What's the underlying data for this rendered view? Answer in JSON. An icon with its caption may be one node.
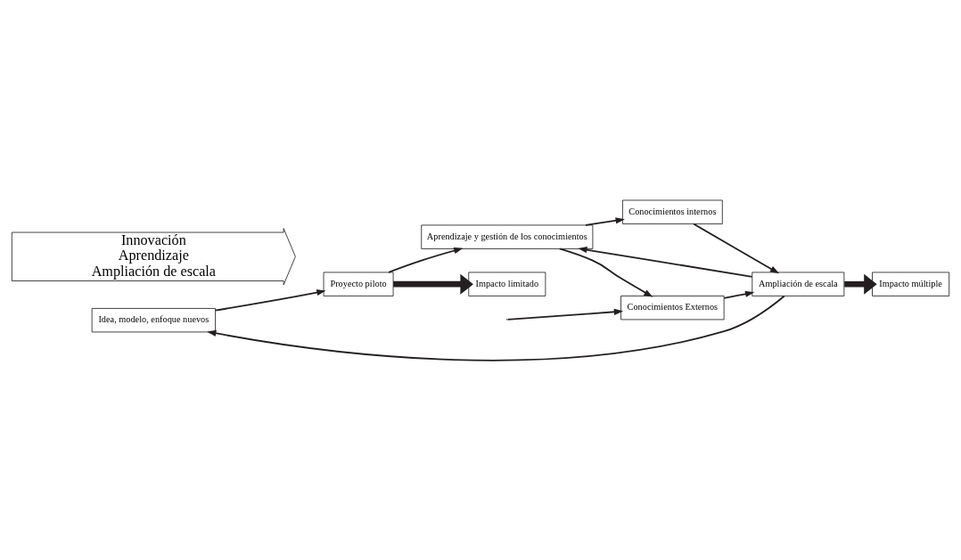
{
  "diagram": {
    "nodes": [
      {
        "text": [
          "Idea, modelo, enfoque nuevos"
        ]
      },
      {
        "text": [
          "Proyecto piloto"
        ]
      },
      {
        "text": [
          "Aprendizaje y gestión de los conocimientos"
        ]
      },
      {
        "text": [
          "Conocimientos internos"
        ]
      },
      {
        "text": [
          "Conocimientos Externos"
        ]
      },
      {
        "text": [
          "Ampliación de escala"
        ]
      },
      {
        "text": [
          "Impacto limitado"
        ]
      },
      {
        "text": [
          "Impacto múltiple"
        ]
      },
      {
        "text": [
          "Innovación",
          "Aprendizaje",
          "Ampliación de escala"
        ]
      }
    ],
    "edges": [
      {
        "from": 0,
        "to": 1,
        "arrow": "to"
      },
      {
        "from": 1,
        "to": 2,
        "arrow": "to"
      },
      {
        "from": 2,
        "to": 3,
        "arrow": "to"
      },
      {
        "from": 2,
        "to": 4,
        "arrow": "to"
      },
      {
        "from": null,
        "to": 4,
        "arrow": "to"
      },
      {
        "from": 3,
        "to": 5,
        "arrow": "to"
      },
      {
        "from": 4,
        "to": 5,
        "arrow": "to"
      },
      {
        "from": 5,
        "to": 0,
        "arrow": "to"
      },
      {
        "from": 5,
        "to": 2,
        "arrow": "to"
      },
      {
        "from": 1,
        "to": 6,
        "arrow": "to",
        "style": "thick"
      },
      {
        "from": 5,
        "to": 7,
        "arrow": "to",
        "style": "thick"
      }
    ]
  }
}
